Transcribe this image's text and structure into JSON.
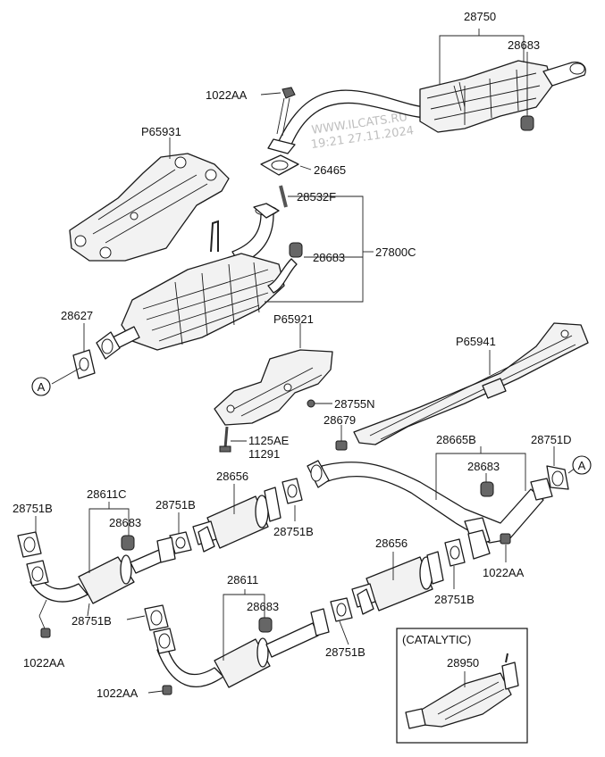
{
  "watermark": {
    "site": "WWW.ILCATS.RU",
    "timestamp": "19:21 27.11.2024"
  },
  "callouts": {
    "p28750": "28750",
    "p28683_top": "28683",
    "p1022AA_top": "1022AA",
    "p65931": "P65931",
    "p26465": "26465",
    "p28532F": "28532F",
    "p28683_mid": "28683",
    "p27800C": "27800C",
    "p28627": "28627",
    "ref_a_left": "A",
    "p65921": "P65921",
    "p65941": "P65941",
    "p28755N": "28755N",
    "p28679": "28679",
    "p1125AE": "1125AE",
    "p11291": "11291",
    "p28665B": "28665B",
    "p28751D": "28751D",
    "ref_a_right": "A",
    "p28683_28665B": "28683",
    "p28656_upper": "28656",
    "p28611C": "28611C",
    "p28751B_a": "28751B",
    "p28751B_b": "28751B",
    "p28683_28611C": "28683",
    "p28751B_c": "28751B",
    "p28656_lower": "28656",
    "p1022AA_right": "1022AA",
    "p28751B_d": "28751B",
    "p28611": "28611",
    "p28683_28611": "28683",
    "p28751B_e": "28751B",
    "p28751B_f": "28751B",
    "p1022AA_left": "1022AA",
    "p1022AA_bottom": "1022AA"
  },
  "inset": {
    "title": "(CATALYTIC)",
    "part": "28950"
  }
}
